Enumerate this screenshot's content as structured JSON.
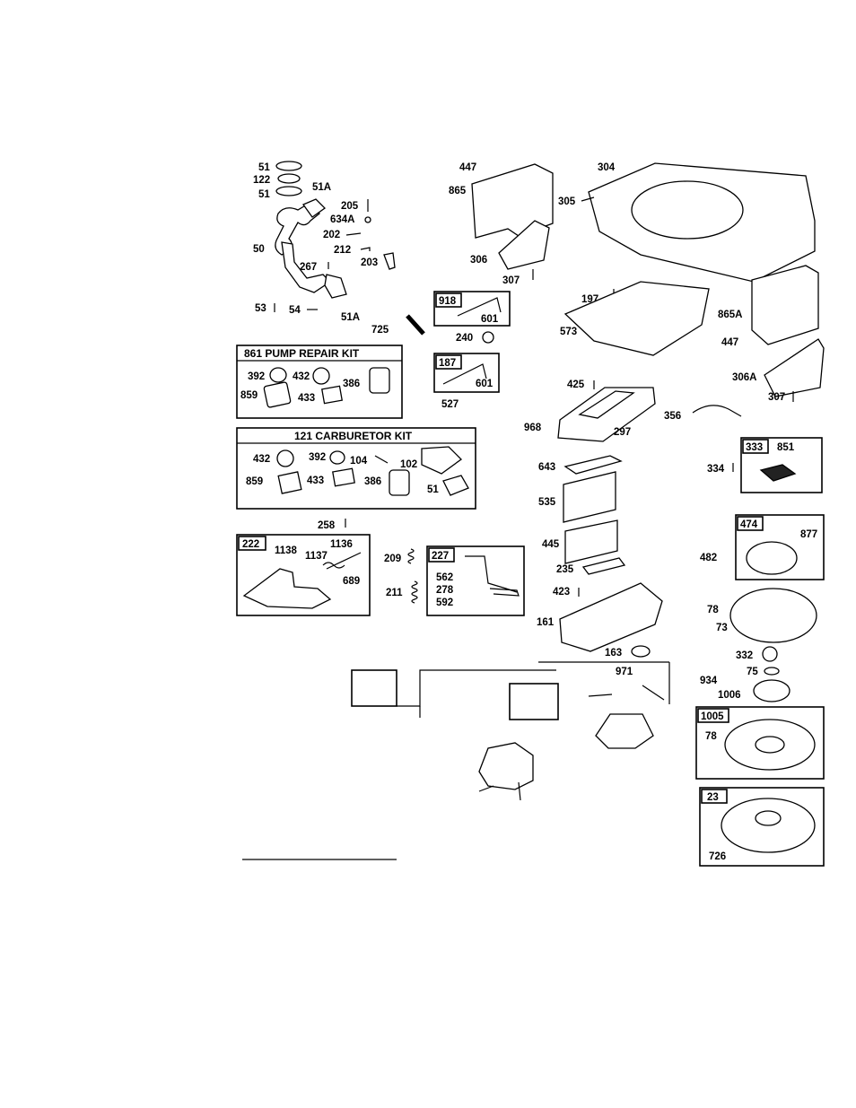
{
  "parts": {
    "p51a_top": "51",
    "p122": "122",
    "p51b": "51",
    "p51A_1": "51A",
    "p205": "205",
    "p634A": "634A",
    "p202": "202",
    "p212": "212",
    "p203": "203",
    "p50": "50",
    "p267": "267",
    "p53": "53",
    "p54": "54",
    "p51A_2": "51A",
    "p725": "725",
    "p447a": "447",
    "p865": "865",
    "p304": "304",
    "p305": "305",
    "p306": "306",
    "p307a": "307",
    "p918": "918",
    "p601a": "601",
    "p240": "240",
    "p187": "187",
    "p601b": "601",
    "p527": "527",
    "p197": "197",
    "p573": "573",
    "p865A": "865A",
    "p447b": "447",
    "p306A": "306A",
    "p307b": "307",
    "p425": "425",
    "p356": "356",
    "p968": "968",
    "p297": "297",
    "p643": "643",
    "p333": "333",
    "p851": "851",
    "p334": "334",
    "p535": "535",
    "p445": "445",
    "p474": "474",
    "p877": "877",
    "p482": "482",
    "p235": "235",
    "p423": "423",
    "p161": "161",
    "p78a": "78",
    "p73": "73",
    "p163": "163",
    "p332": "332",
    "p971": "971",
    "p934": "934",
    "p75": "75",
    "p1006": "1006",
    "p1005": "1005",
    "p78b": "78",
    "p23": "23",
    "p726": "726",
    "p258": "258",
    "p222": "222",
    "p1138": "1138",
    "p1137": "1137",
    "p1136": "1136",
    "p689": "689",
    "p209": "209",
    "p211": "211",
    "p227": "227",
    "p562": "562",
    "p278": "278",
    "p592": "592"
  },
  "pump_kit": {
    "title": "861 PUMP REPAIR KIT",
    "parts": {
      "a": "392",
      "b": "432",
      "c": "386",
      "d": "859",
      "e": "433"
    }
  },
  "carb_kit": {
    "title": "121 CARBURETOR KIT",
    "parts": {
      "a": "432",
      "b": "392",
      "c": "104",
      "d": "102",
      "e": "859",
      "f": "433",
      "g": "386",
      "h": "51"
    }
  }
}
